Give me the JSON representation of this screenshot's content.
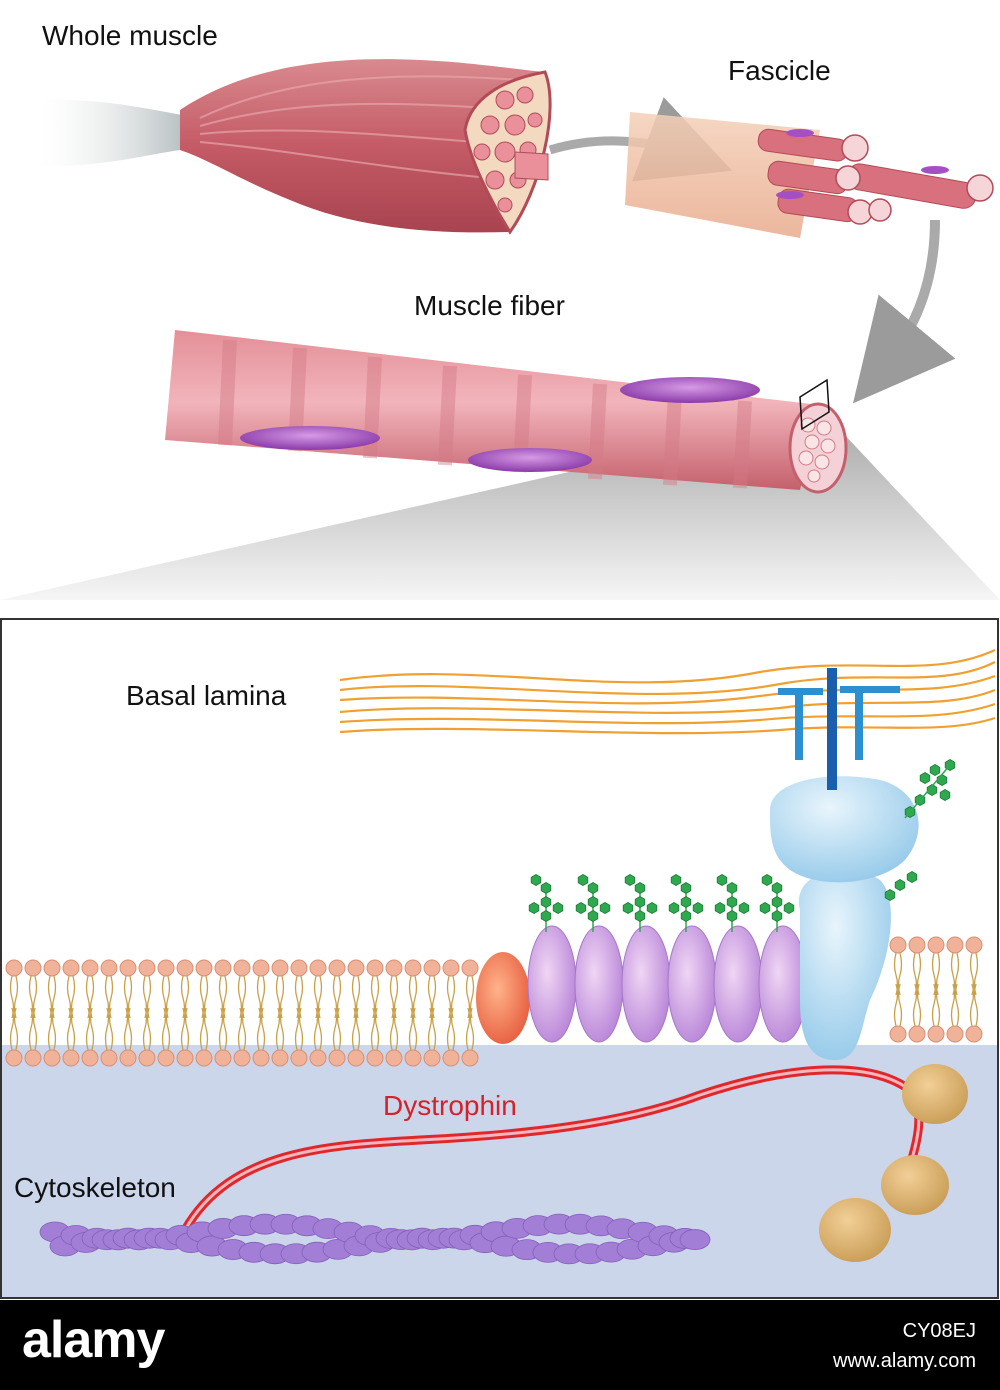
{
  "labels": {
    "whole_muscle": "Whole muscle",
    "fascicle": "Fascicle",
    "muscle_fiber": "Muscle fiber",
    "basal_lamina": "Basal lamina",
    "dystrophin": "Dystrophin",
    "cytoskeleton": "Cytoskeleton"
  },
  "colors": {
    "muscle": "#c9606a",
    "nucleus": "#a54fc4",
    "membrane_head": "#f0b39a",
    "membrane_tail": "#c9a048",
    "cytoplasm": "#cbd6ea",
    "lamina_fiber": "#f0a030",
    "dystrophin": "#e0282c",
    "glycoprotein": "#c79ce0",
    "dystroglycan": "#9fd2ee",
    "sugar": "#2fa84f",
    "actin": "#a37ed6",
    "laminin_receptor": "#1f7fc4"
  },
  "watermark": {
    "brand": "alamy",
    "image_id": "CY08EJ",
    "site": "www.alamy.com"
  }
}
